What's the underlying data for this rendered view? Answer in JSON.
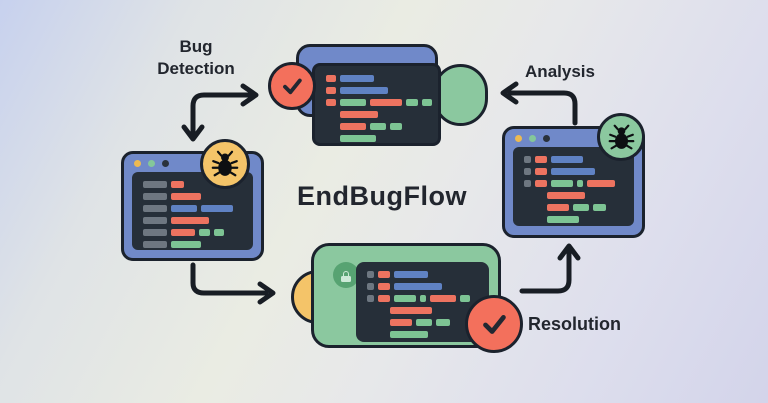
{
  "title": "EndBugFlow",
  "labels": {
    "bug_detection_line1": "Bug",
    "bug_detection_line2": "Detection",
    "analysis": "Analysis",
    "resolution": "Resolution"
  },
  "palette": {
    "blue": "#5f82c4",
    "salmon": "#ed7360",
    "green": "#7dc494",
    "gray": "#6e7781",
    "sp": "transparent"
  },
  "colors": {
    "window_frame_blue": "#7089c9",
    "panel_dark": "#262f39",
    "outline_dark": "#1b222d",
    "accent_green": "#8bc89f",
    "accent_green_dark": "#57a372",
    "accent_yellow": "#f4c469",
    "accent_red": "#f3705c",
    "arrow": "#181d24",
    "dot_yellow": "#ecba52",
    "dot_green": "#84c79a",
    "dot_dark": "#2a323c",
    "check_stroke": "#222832",
    "bug_black": "#0d0f12"
  },
  "icons": {
    "top_badge": "check-icon",
    "left_badge": "bug-icon",
    "right_badge": "bug-icon",
    "bottom_badge": "check-icon",
    "bottom_corner_badge": "lock-icon"
  },
  "windows": {
    "top": {
      "code": [
        [
          {
            "c": "salmon",
            "w": 10
          },
          {
            "c": "blue",
            "w": 34
          }
        ],
        [
          {
            "c": "salmon",
            "w": 10
          },
          {
            "c": "blue",
            "w": 48
          }
        ],
        [
          {
            "c": "salmon",
            "w": 10
          },
          {
            "c": "green",
            "w": 26
          },
          {
            "c": "salmon",
            "w": 32
          },
          {
            "c": "green",
            "w": 12
          },
          {
            "c": "green",
            "w": 10
          }
        ],
        [
          {
            "c": "sp",
            "w": 10
          },
          {
            "c": "salmon",
            "w": 38
          }
        ],
        [
          {
            "c": "sp",
            "w": 10
          },
          {
            "c": "salmon",
            "w": 26
          },
          {
            "c": "green",
            "w": 16
          },
          {
            "c": "green",
            "w": 12
          }
        ],
        [
          {
            "c": "sp",
            "w": 10
          },
          {
            "c": "green",
            "w": 36
          }
        ]
      ]
    },
    "left": {
      "code": [
        [
          {
            "c": "gray",
            "w": 24
          },
          {
            "c": "salmon",
            "w": 13
          }
        ],
        [
          {
            "c": "gray",
            "w": 24
          },
          {
            "c": "salmon",
            "w": 30
          }
        ],
        [
          {
            "c": "gray",
            "w": 24
          },
          {
            "c": "blue",
            "w": 26
          },
          {
            "c": "blue",
            "w": 32
          }
        ],
        [
          {
            "c": "gray",
            "w": 24
          },
          {
            "c": "salmon",
            "w": 38
          }
        ],
        [
          {
            "c": "gray",
            "w": 24
          },
          {
            "c": "salmon",
            "w": 24
          },
          {
            "c": "green",
            "w": 11
          },
          {
            "c": "green",
            "w": 10
          }
        ],
        [
          {
            "c": "gray",
            "w": 24
          },
          {
            "c": "green",
            "w": 30
          }
        ]
      ]
    },
    "right": {
      "code": [
        [
          {
            "c": "gray",
            "w": 7
          },
          {
            "c": "salmon",
            "w": 12
          },
          {
            "c": "blue",
            "w": 32
          }
        ],
        [
          {
            "c": "gray",
            "w": 7
          },
          {
            "c": "salmon",
            "w": 12
          },
          {
            "c": "blue",
            "w": 44
          }
        ],
        [
          {
            "c": "gray",
            "w": 7
          },
          {
            "c": "salmon",
            "w": 12
          },
          {
            "c": "green",
            "w": 22
          },
          {
            "c": "green",
            "w": 6
          },
          {
            "c": "salmon",
            "w": 28
          }
        ],
        [
          {
            "c": "sp",
            "w": 19
          },
          {
            "c": "salmon",
            "w": 38
          }
        ],
        [
          {
            "c": "sp",
            "w": 19
          },
          {
            "c": "salmon",
            "w": 22
          },
          {
            "c": "green",
            "w": 16
          },
          {
            "c": "green",
            "w": 13
          }
        ],
        [
          {
            "c": "sp",
            "w": 19
          },
          {
            "c": "green",
            "w": 32
          }
        ]
      ]
    },
    "bottom": {
      "code": [
        [
          {
            "c": "gray",
            "w": 7
          },
          {
            "c": "salmon",
            "w": 12
          },
          {
            "c": "blue",
            "w": 34
          }
        ],
        [
          {
            "c": "gray",
            "w": 7
          },
          {
            "c": "salmon",
            "w": 12
          },
          {
            "c": "blue",
            "w": 48
          }
        ],
        [
          {
            "c": "gray",
            "w": 7
          },
          {
            "c": "salmon",
            "w": 12
          },
          {
            "c": "green",
            "w": 22
          },
          {
            "c": "green",
            "w": 6
          },
          {
            "c": "salmon",
            "w": 26
          },
          {
            "c": "green",
            "w": 10
          }
        ],
        [
          {
            "c": "sp",
            "w": 19
          },
          {
            "c": "salmon",
            "w": 42
          }
        ],
        [
          {
            "c": "sp",
            "w": 19
          },
          {
            "c": "salmon",
            "w": 22
          },
          {
            "c": "green",
            "w": 16
          },
          {
            "c": "green",
            "w": 14
          }
        ],
        [
          {
            "c": "sp",
            "w": 19
          },
          {
            "c": "green",
            "w": 38
          }
        ]
      ]
    }
  }
}
